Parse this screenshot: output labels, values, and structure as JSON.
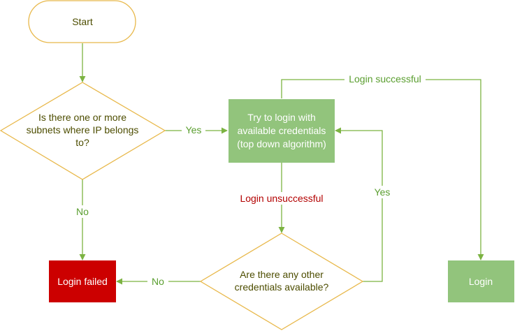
{
  "nodes": {
    "start": {
      "label": "Start"
    },
    "decision_subnet": {
      "lines": [
        "Is there one or more",
        "subnets where IP belongs",
        "to?"
      ]
    },
    "process_login": {
      "lines": [
        "Try to login with",
        "available credentials",
        "(top down algorithm)"
      ]
    },
    "decision_credentials": {
      "lines": [
        "Are there any other",
        "credentials available?"
      ]
    },
    "login_failed": {
      "label": "Login failed"
    },
    "login": {
      "label": "Login"
    }
  },
  "edges": {
    "yes_1": "Yes",
    "no_1": "No",
    "login_unsuccessful": "Login unsuccessful",
    "login_successful": "Login successful",
    "yes_2": "Yes",
    "no_2": "No"
  },
  "colors": {
    "outline_yellow": "#e8b84a",
    "line_green": "#7cb342",
    "process_fill": "#92c47c",
    "failed_fill": "#cc0000",
    "edge_label_green": "#5a9e2f",
    "edge_label_red": "#b30000",
    "text_dark": "#4d4d00"
  }
}
